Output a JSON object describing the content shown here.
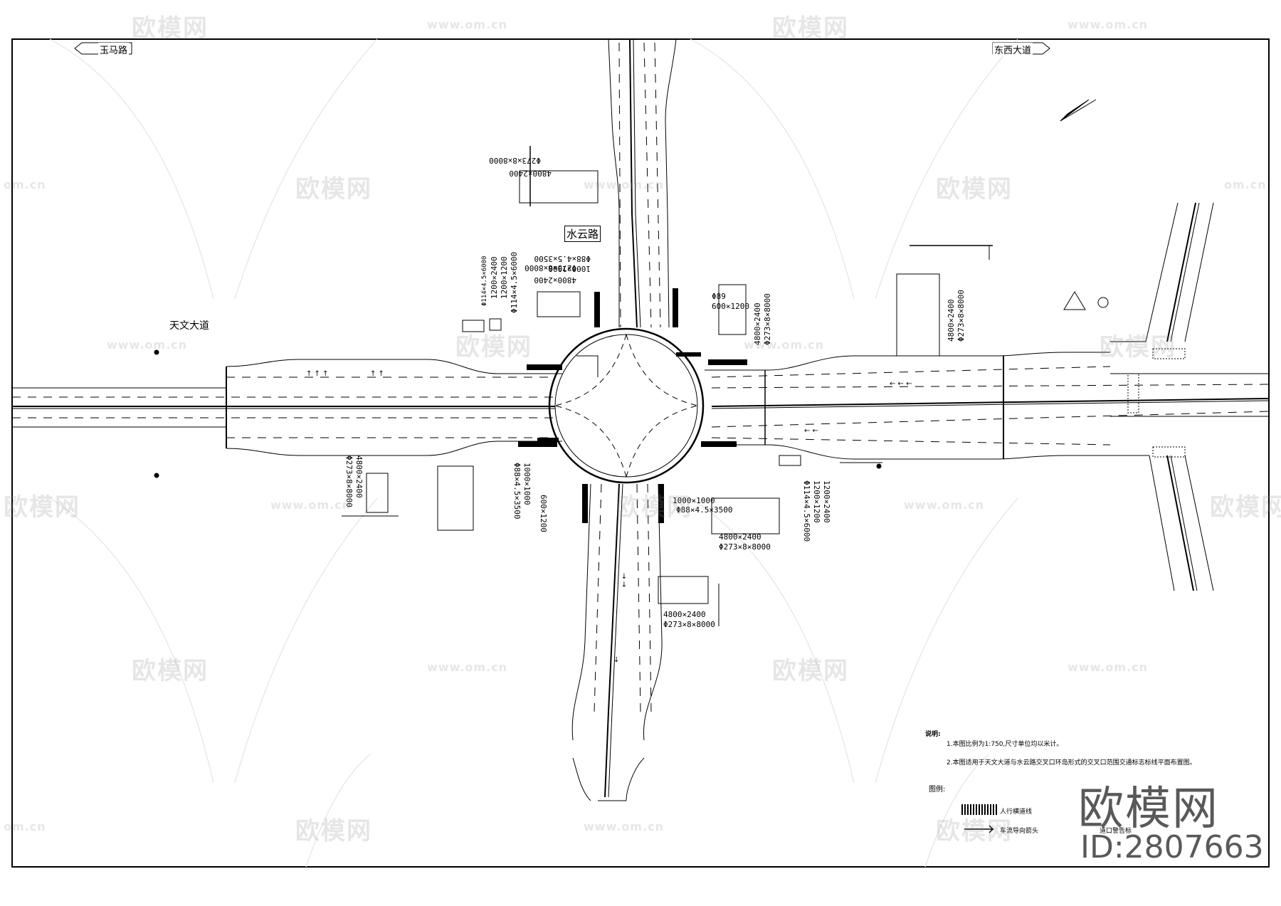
{
  "roads": {
    "yuma": "玉马路",
    "dongxi": "东西大道",
    "shuiyun": "水云路",
    "tianwen": "天文大道"
  },
  "notes": {
    "title": "说明:",
    "line1": "1.本图比例为1:750,尺寸单位均以米计。",
    "line2": "2.本图适用于天文大道与水云路交叉口环岛形式的交叉口范围交通标志标线平面布置图。"
  },
  "legend": {
    "title": "图例:",
    "item1": "人行横道线",
    "item2": "车流导向箭头",
    "item3": "道口警告标"
  },
  "dimensions": [
    "Φ273×8×8000",
    "4800×2400",
    "Φ114×4.5×6000",
    "1200×1200",
    "1200×2400",
    "Φ273×8×8000",
    "4800×2400",
    "Φ114×4.5×6000",
    "Φ88×4.5×3500",
    "1000×1000",
    "Φ89",
    "600×1200",
    "4800×2400",
    "Φ273×8×8000",
    "Φ273×8×8000",
    "4800×2400",
    "Φ88×4.5×3500",
    "1000×1000",
    "Φ88×4.5×3500",
    "1000×1000",
    "4800×2400",
    "Φ273×8×8000",
    "1200×2400",
    "1200×1200",
    "Φ114×4.5×6000",
    "4800×2400",
    "Φ273×8×8000",
    "4800×2400",
    "Φ273×8×8000",
    "600×1200"
  ],
  "watermark": {
    "cn": "欧模网",
    "url": "www.om.cn",
    "url_short": "om.cn",
    "brand": "欧模网",
    "id": "ID:2807663"
  },
  "colors": {
    "line": "#000000",
    "background": "#ffffff",
    "watermark": "#8c8c8c"
  }
}
